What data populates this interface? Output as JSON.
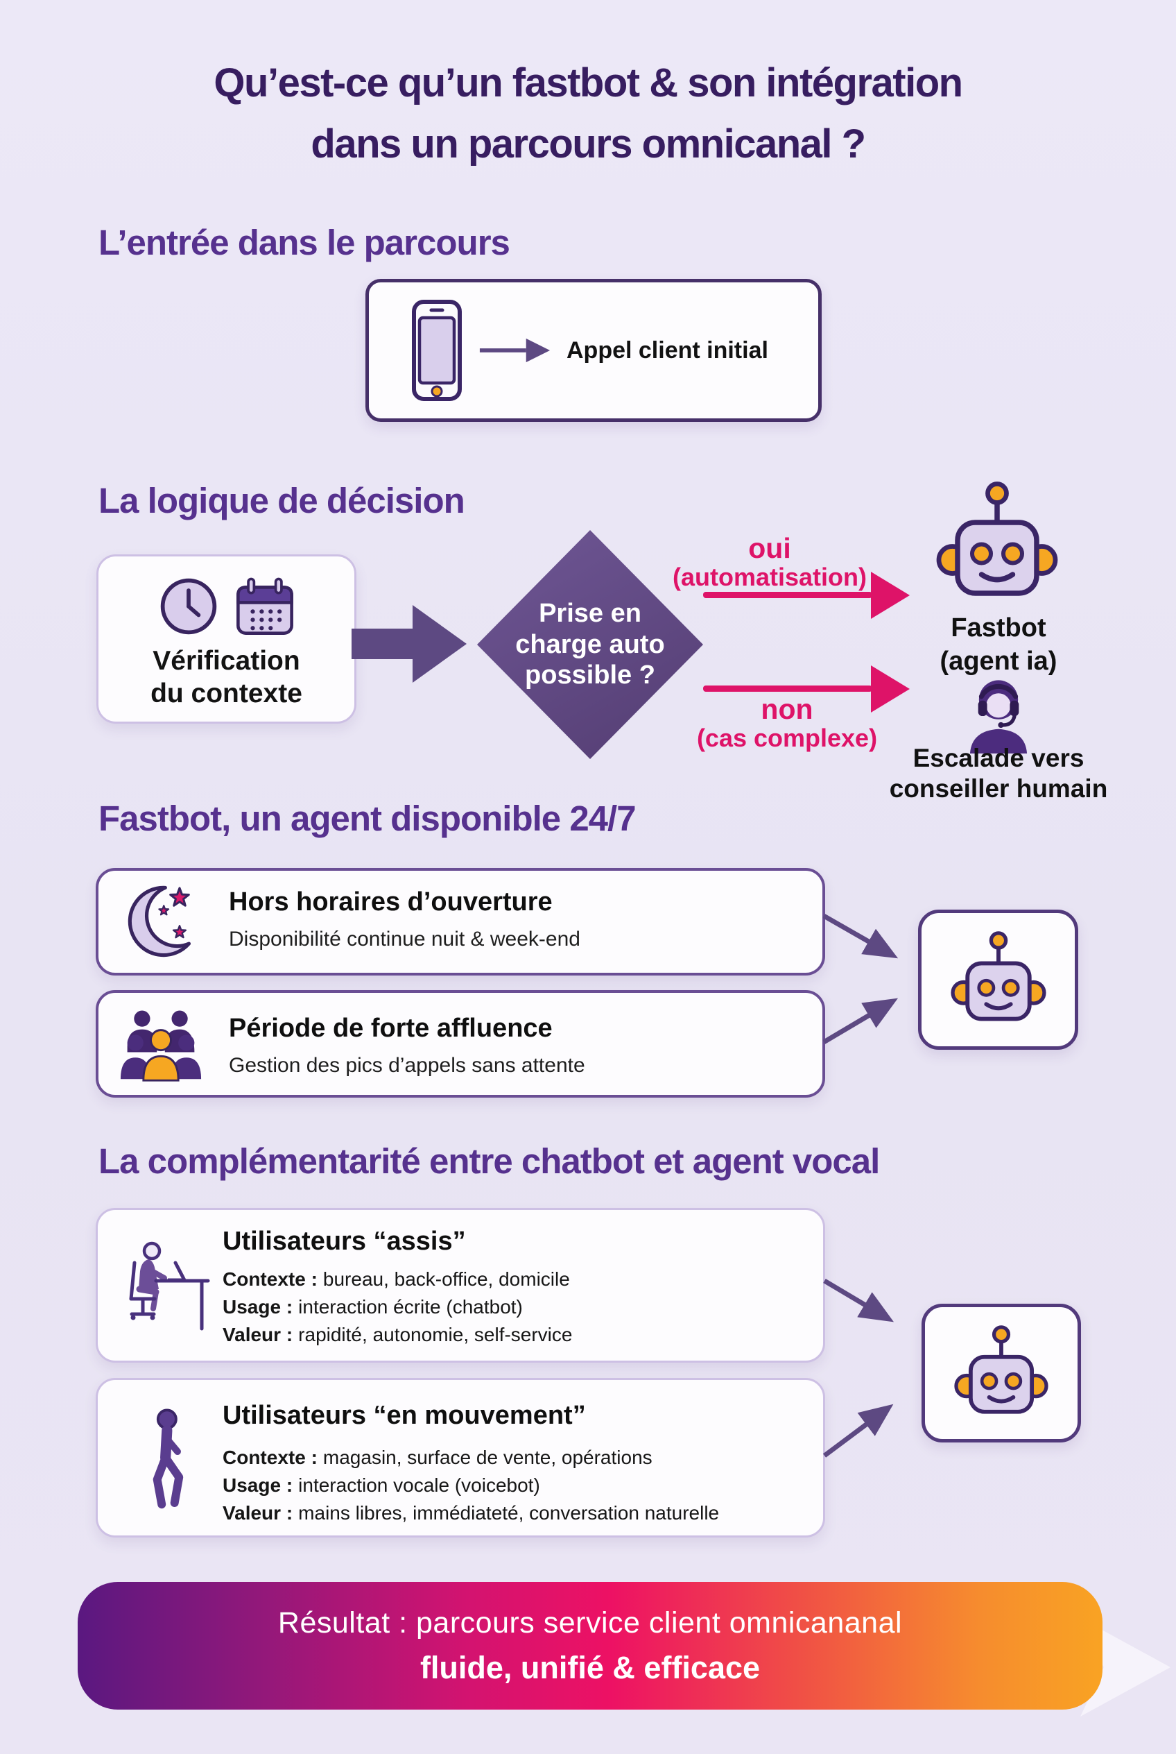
{
  "title": {
    "line1": "Qu’est-ce qu’un fastbot & son intégration",
    "line2": "dans un parcours omnicanal ?"
  },
  "entry": {
    "heading": "L’entrée dans le parcours",
    "call_label": "Appel client initial"
  },
  "decision": {
    "heading": "La logique de décision",
    "context_card": {
      "line1": "Vérification",
      "line2": "du contexte"
    },
    "diamond": {
      "line1": "Prise en",
      "line2": "charge auto",
      "line3": "possible ?"
    },
    "yes": {
      "label": "oui",
      "sub": "(automatisation)"
    },
    "no": {
      "label": "non",
      "sub": "(cas complexe)"
    },
    "fastbot": {
      "line1": "Fastbot",
      "line2": "(agent ia)"
    },
    "escalation": {
      "line1": "Escalade vers",
      "line2": "conseiller humain"
    }
  },
  "availability": {
    "heading": "Fastbot, un agent disponible 24/7",
    "cards": [
      {
        "title": "Hors horaires d’ouverture",
        "subtitle": "Disponibilité continue nuit & week-end"
      },
      {
        "title": "Période de forte affluence",
        "subtitle": "Gestion des pics d’appels sans attente"
      }
    ]
  },
  "complementarity": {
    "heading": "La complémentarité entre chatbot et agent vocal",
    "cards": [
      {
        "title": "Utilisateurs “assis”",
        "rows": [
          {
            "label": "Contexte :",
            "text": "bureau, back-office, domicile"
          },
          {
            "label": "Usage :",
            "text": "interaction écrite (chatbot)"
          },
          {
            "label": "Valeur :",
            "text": "rapidité, autonomie, self-service"
          }
        ]
      },
      {
        "title": "Utilisateurs “en mouvement”",
        "rows": [
          {
            "label": "Contexte :",
            "text": "magasin, surface de vente, opérations"
          },
          {
            "label": "Usage :",
            "text": "interaction vocale (voicebot)"
          },
          {
            "label": "Valeur :",
            "text": "mains libres, immédiateté, conversation naturelle"
          }
        ]
      }
    ]
  },
  "result": {
    "line1": "Résultat : parcours service client omnicananal",
    "line2": "fluide, unifié & efficace"
  },
  "icons": {
    "smartphone-icon": "smartphone",
    "arrow-right-icon": "→",
    "clock-icon": "clock",
    "calendar-icon": "calendar",
    "flow-block-arrow-icon": "➜",
    "yes-arrow-icon": "→",
    "no-arrow-icon": "→",
    "robot-icon": "robot-face",
    "human-agent-icon": "support-agent-headset",
    "moon-icon": "crescent-moon-stars",
    "crowd-icon": "people-group",
    "seated-user-icon": "person-at-desk",
    "walking-user-icon": "person-walking",
    "connector-arrow-icon": "↗"
  },
  "colors": {
    "background": "#E9E5F4",
    "title": "#371D60",
    "heading": "#56318E",
    "body_text": "#141414",
    "flow_purple": "#5D4982",
    "diamond_purple": "#5F4886",
    "pink": "#DE1368",
    "orange": "#F6A722",
    "card_border_dark": "#6A4E94",
    "card_border_light": "#CDC0E4",
    "banner_gradient_start": "#5A1880",
    "banner_gradient_mid": "#ED1164",
    "banner_gradient_end": "#F9A323"
  }
}
